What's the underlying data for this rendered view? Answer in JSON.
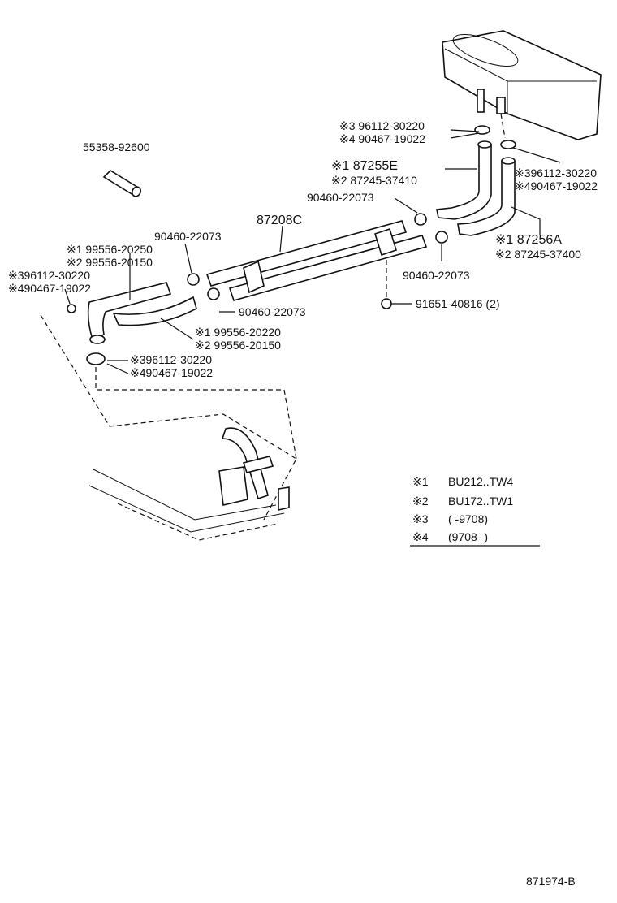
{
  "labels": {
    "pipe_55358": "55358-92600",
    "clamp_3_top": "※3 96112-30220",
    "clamp_4_top": "※4 90467-19022",
    "hose_1_e": "※1 87255E",
    "hose_2_e": "※2 87245-37410",
    "clamp_r_3": "※396112-30220",
    "clamp_r_4": "※490467-19022",
    "clip_upper": "90460-22073",
    "pipe_main": "87208C",
    "clip_left": "90460-22073",
    "hose_1_a": "※1 87256A",
    "hose_2_a": "※2 87245-37400",
    "hose_left_1": "※1 99556-20250",
    "hose_left_2": "※2 99556-20150",
    "clamp_l_3": "※396112-30220",
    "clamp_l_4": "※490467-19022",
    "clip_mid": "90460-22073",
    "clip_right": "90460-22073",
    "bolt": "91651-40816 (2)",
    "hose_low_1": "※1 99556-20220",
    "hose_low_2": "※2 99556-20150",
    "clamp_b_3": "※396112-30220",
    "clamp_b_4": "※490467-19022",
    "figure_id": "871974-B"
  },
  "legend": [
    {
      "mark": "※1",
      "text": "BU212..TW4"
    },
    {
      "mark": "※2",
      "text": "BU172..TW1"
    },
    {
      "mark": "※3",
      "text": "(      -9708)"
    },
    {
      "mark": "※4",
      "text": "(9708-      )"
    }
  ]
}
